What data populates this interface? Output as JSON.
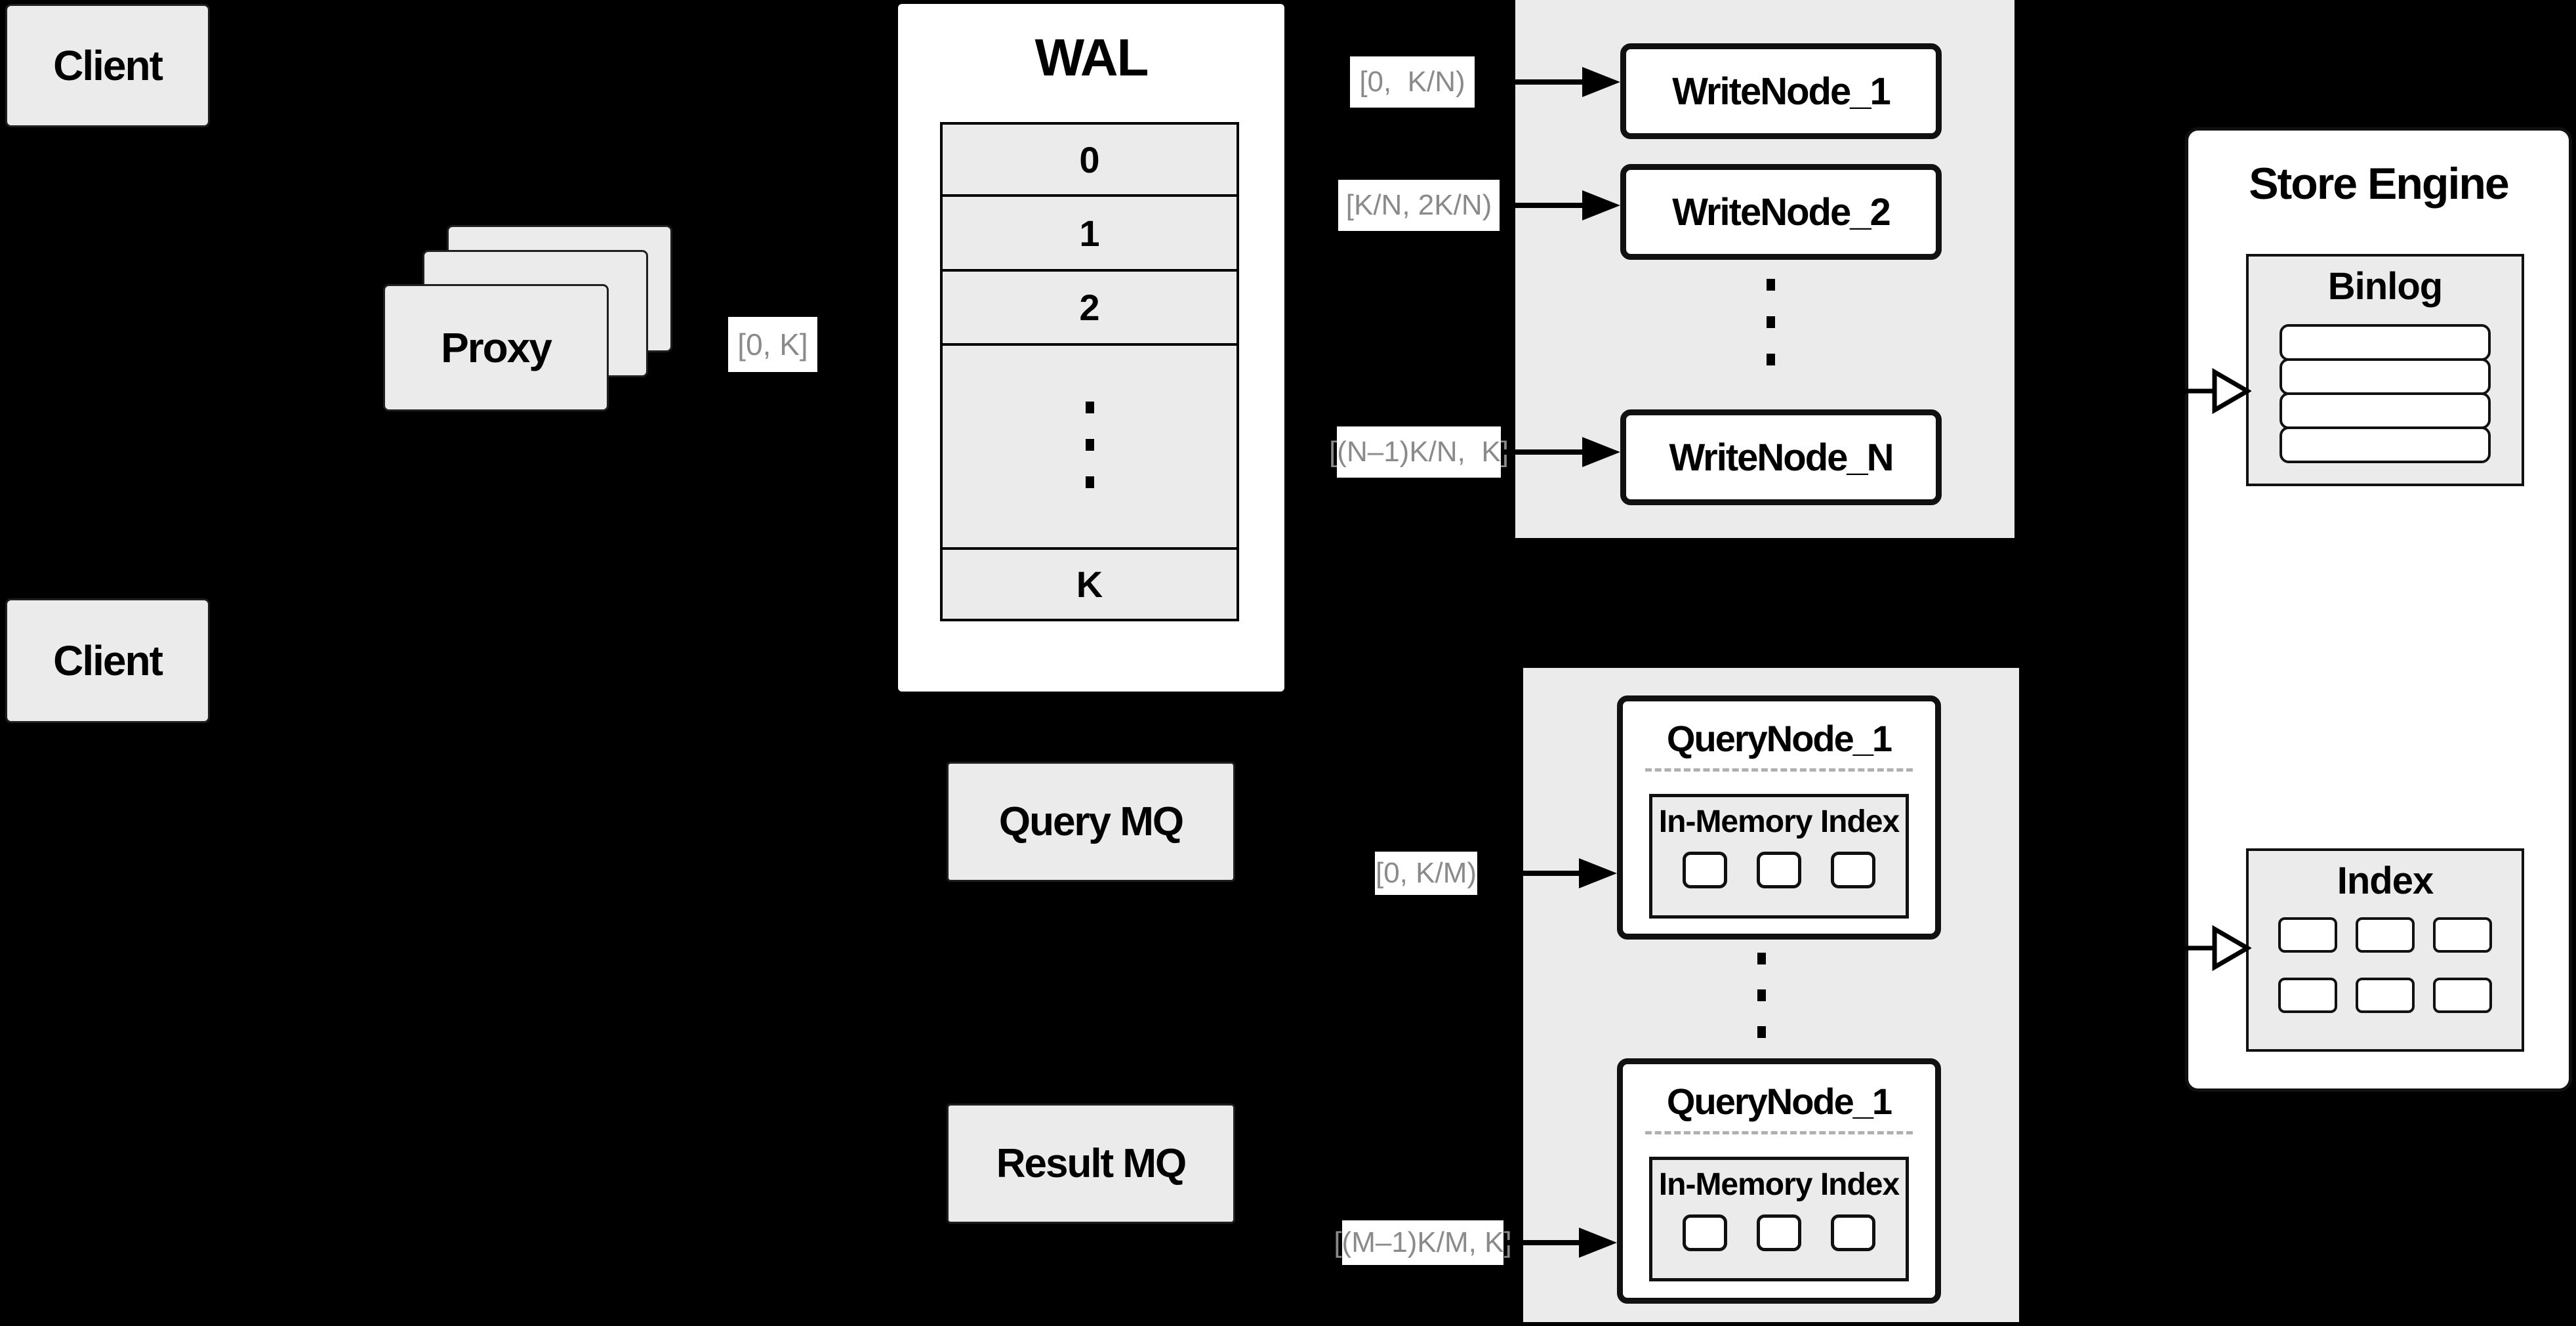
{
  "colors": {
    "background": "#000000",
    "panel_grey": "#ebebeb",
    "node_white": "#ffffff",
    "border_dark": "#111111",
    "range_text_grey": "#8a8a8a"
  },
  "clients": {
    "top_label": "Client",
    "bottom_label": "Client"
  },
  "proxy": {
    "label": "Proxy",
    "range_out": "[0, K]"
  },
  "wal": {
    "title": "WAL",
    "slots": [
      "0",
      "1",
      "2"
    ],
    "last_slot": "K"
  },
  "write_group": {
    "range1": "[0,  K/N)",
    "range2": "[K/N, 2K/N)",
    "rangeN": "[(N–1)K/N,  K]",
    "node1": "WriteNode_1",
    "node2": "WriteNode_2",
    "nodeN": "WriteNode_N"
  },
  "store_engine": {
    "title": "Store Engine",
    "binlog_title": "Binlog",
    "index_title": "Index"
  },
  "queues": {
    "query_mq": "Query MQ",
    "result_mq": "Result MQ"
  },
  "query_group": {
    "range_top": "[0, K/M)",
    "range_bottom": "[(M–1)K/M, K]",
    "top_node_title": "QueryNode_1",
    "bottom_node_title": "QueryNode_1",
    "in_memory_index_title": "In-Memory Index"
  }
}
